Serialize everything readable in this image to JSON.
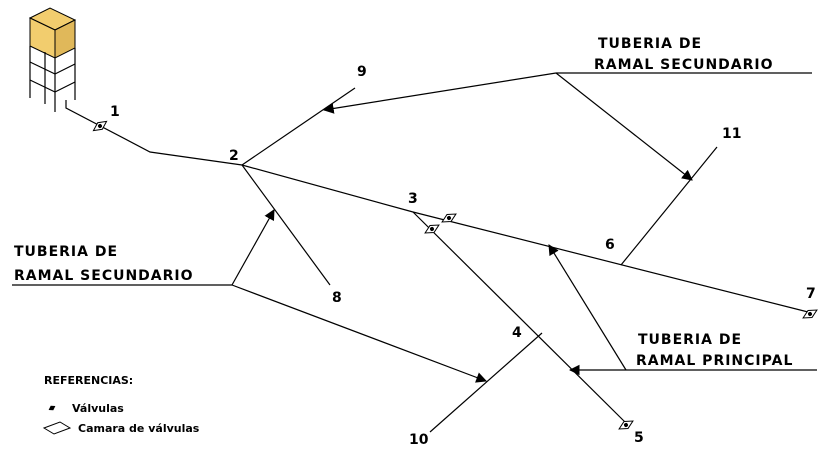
{
  "nodes": {
    "n1": "1",
    "n2": "2",
    "n3": "3",
    "n4": "4",
    "n5": "5",
    "n6": "6",
    "n7": "7",
    "n8": "8",
    "n9": "9",
    "n10": "10",
    "n11": "11"
  },
  "callouts": {
    "secondary_top": {
      "line1": "TUBERIA DE",
      "line2": "RAMAL SECUNDARIO"
    },
    "secondary_left": {
      "line1": "TUBERIA DE",
      "line2": "RAMAL SECUNDARIO"
    },
    "principal": {
      "line1": "TUBERIA DE",
      "line2": "RAMAL PRINCIPAL"
    }
  },
  "legend": {
    "title": "REFERENCIAS:",
    "valves": "Válvulas",
    "chamber": "Camara de válvulas"
  },
  "colors": {
    "tank_top": "#f2cd6e",
    "tank_side": "#e0b85a",
    "line": "#000000"
  }
}
